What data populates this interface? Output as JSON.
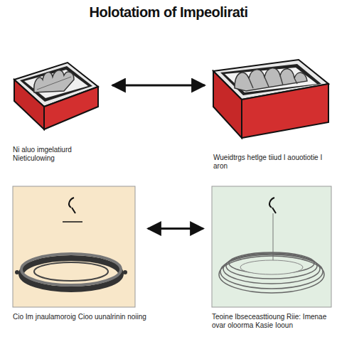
{
  "diagram": {
    "title": "Holotatiom of Impeolirati",
    "nodes": [
      {
        "text": [
          "Ni aluo imgelatiurd Nieticulowing"
        ]
      },
      {
        "text": [
          "Wueidtrgs hetlge tiiud I aouotiotie I aron"
        ]
      },
      {
        "text": [
          "Cio Im jnaulamoroig Cioo uunalrinin noiing"
        ]
      },
      {
        "text": [
          "Teoine Ibseceasttioung Riie: Imenae ovar oloorma Kasie Iooun"
        ]
      }
    ],
    "edges": [
      {
        "from": 0,
        "to": 1,
        "arrow": "both"
      },
      {
        "from": 2,
        "to": 3,
        "arrow": "both"
      }
    ]
  }
}
